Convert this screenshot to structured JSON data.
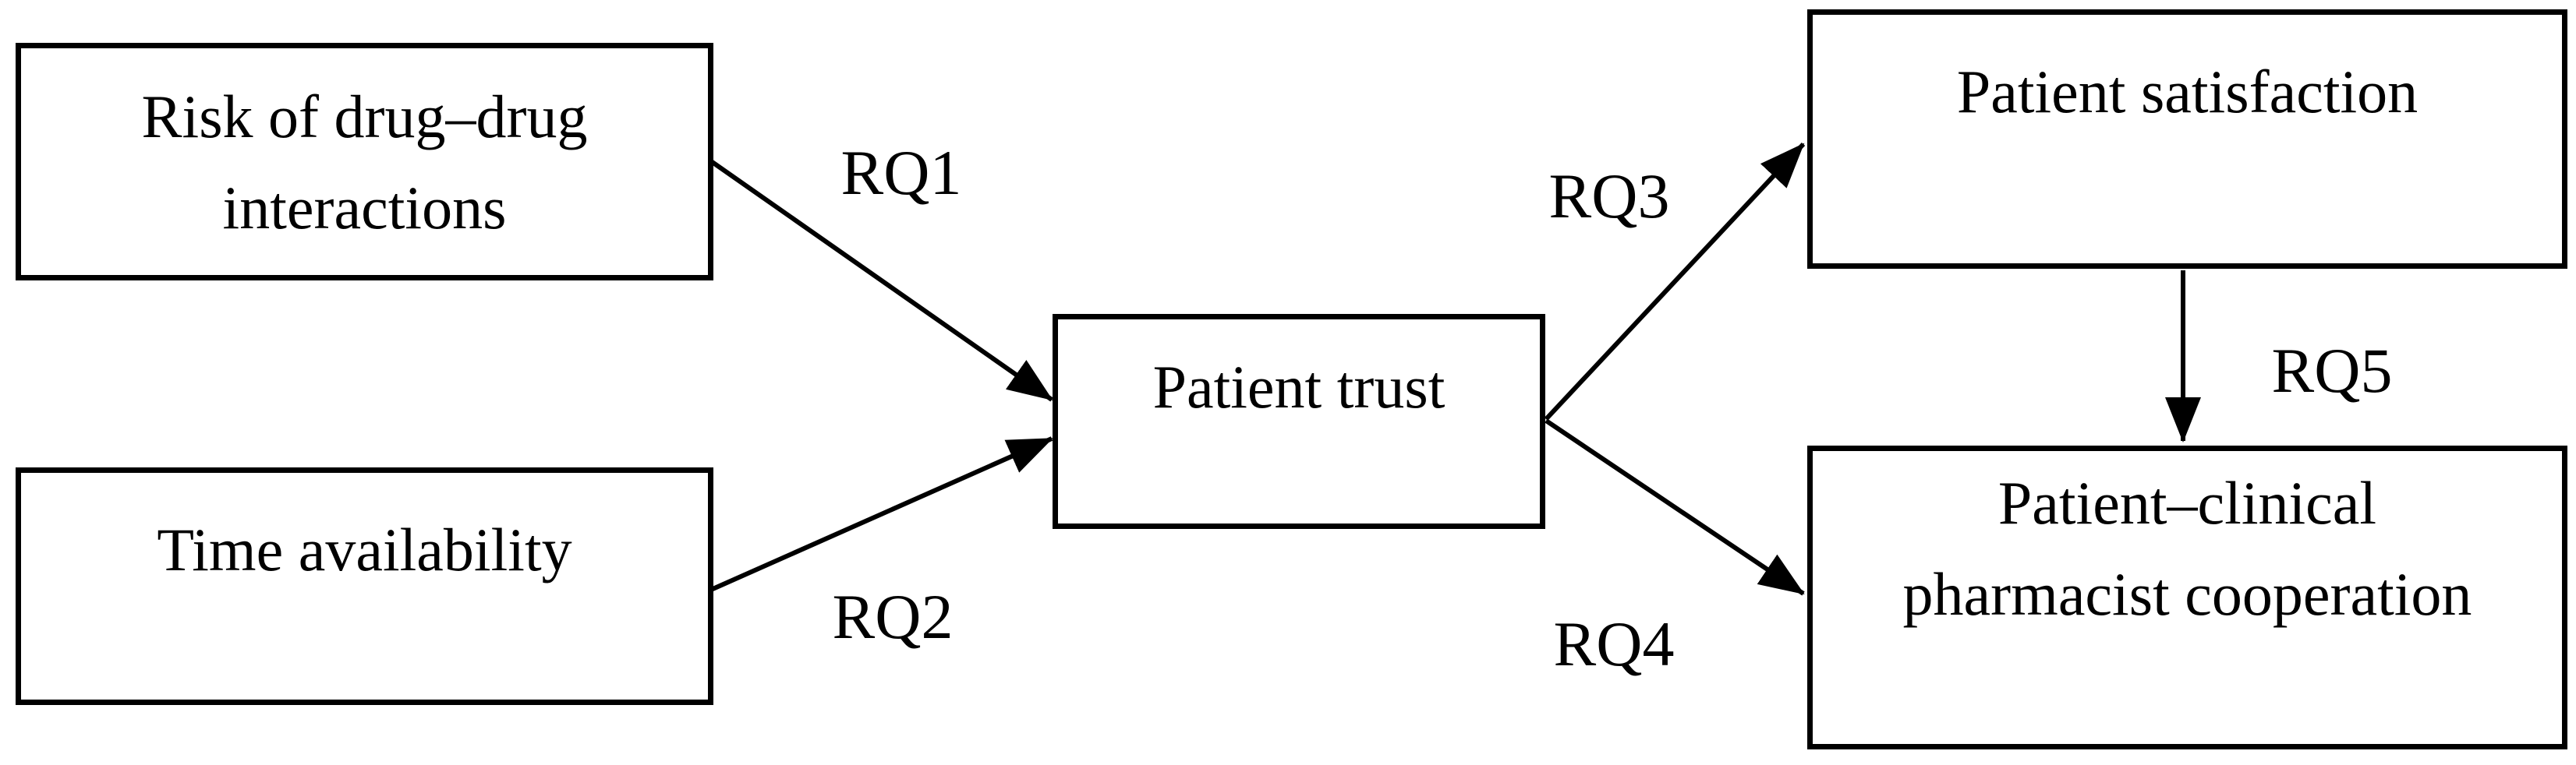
{
  "figure": {
    "background_color": "#ffffff",
    "line_color": "#000000",
    "nodes": {
      "risk": {
        "label": "Risk of drug–drug\ninteractions"
      },
      "time": {
        "label": "Time availability"
      },
      "trust": {
        "label": "Patient trust"
      },
      "satisfaction": {
        "label": "Patient satisfaction"
      },
      "cooperation": {
        "label": "Patient–clinical\npharmacist cooperation"
      }
    },
    "edges": {
      "rq1": {
        "label": "RQ1",
        "from": "Risk of drug–drug interactions",
        "to": "Patient trust"
      },
      "rq2": {
        "label": "RQ2",
        "from": "Time availability",
        "to": "Patient trust"
      },
      "rq3": {
        "label": "RQ3",
        "from": "Patient trust",
        "to": "Patient satisfaction"
      },
      "rq4": {
        "label": "RQ4",
        "from": "Patient trust",
        "to": "Patient–clinical pharmacist cooperation"
      },
      "rq5": {
        "label": "RQ5",
        "from": "Patient satisfaction",
        "to": "Patient–clinical pharmacist cooperation"
      }
    }
  }
}
